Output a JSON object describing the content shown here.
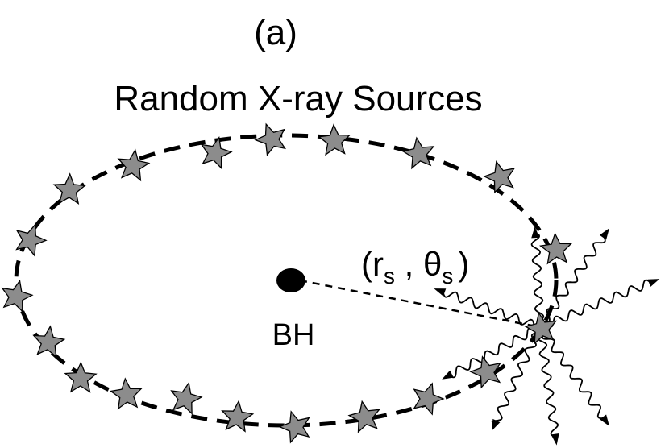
{
  "panel_label": "(a)",
  "title": "Random X-ray Sources",
  "black_hole_label": "BH",
  "coord_label": {
    "open": "(",
    "r": "r",
    "r_sub": "s",
    "sep": " , ",
    "theta": "θ",
    "theta_sub": "s",
    "close": ")"
  },
  "colors": {
    "star_fill": "#8c8c8c",
    "stroke": "#000000",
    "background": "#ffffff"
  },
  "icons": {
    "source": "star-icon",
    "black_hole": "filled-ellipse",
    "emission": "wavy-arrow"
  }
}
